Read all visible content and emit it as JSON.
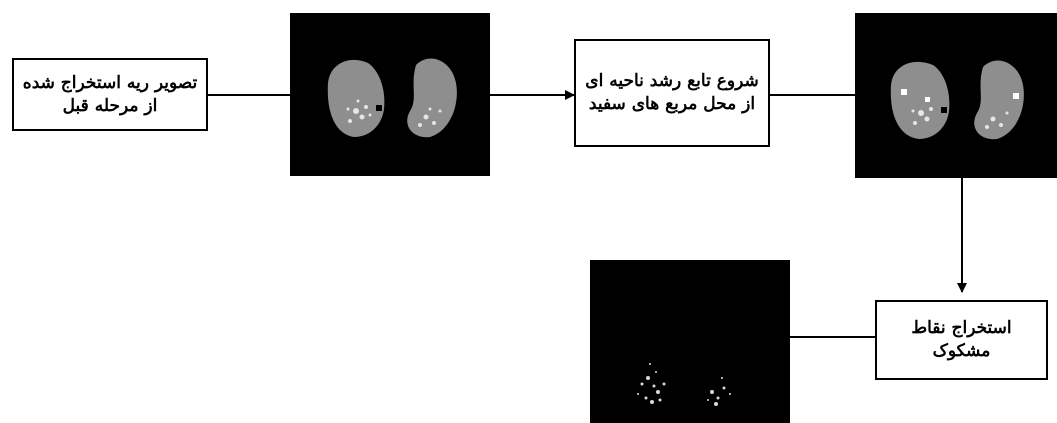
{
  "diagram": {
    "boxes": [
      {
        "id": "extracted-lung",
        "text": "تصویر ریه استخراج شده از مرحله قبل"
      },
      {
        "id": "region-growing",
        "text": "شروع تابع رشد ناحیه ای از محل مربع های سفید"
      },
      {
        "id": "extract-suspicious",
        "text": "استخراج نقاط مشکوک"
      }
    ],
    "images": [
      {
        "id": "lung-ct",
        "content": "lung CT slice"
      },
      {
        "id": "lung-ct-seeds",
        "content": "lung CT slice with white seed squares"
      },
      {
        "id": "suspicious-points",
        "content": "extracted suspicious points"
      }
    ],
    "colors": {
      "line": "#000000",
      "image_bg": "#000000",
      "lung": "#8e8e8e",
      "nodule": "#ececec"
    }
  }
}
